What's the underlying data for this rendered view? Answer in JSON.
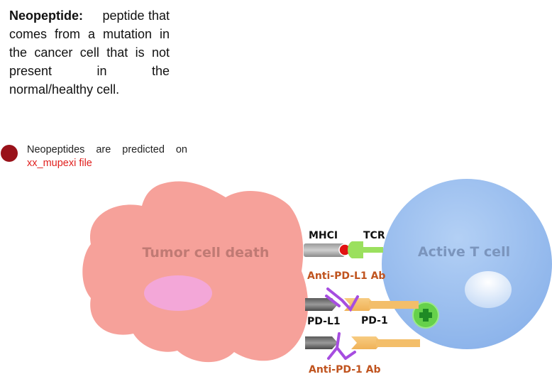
{
  "definition": {
    "term": "Neopeptide:",
    "text": "peptide that comes from a mutation in the cancer cell that is not present in the normal/healthy cell."
  },
  "note": {
    "line1": "Neopeptides are predicted on",
    "line2": "xx_mupexi file"
  },
  "diagram": {
    "tumor_label": "Tumor cell death",
    "tcell_label": "Active T cell",
    "mhci": "MHCI",
    "tcr": "TCR",
    "anti_pdl1": "Anti-PD-L1 Ab",
    "pdl1": "PD-L1",
    "pd1": "PD-1",
    "anti_pd1": "Anti-PD-1 Ab"
  },
  "colors": {
    "tumor": "#f6a19a",
    "tcell": "#9cc0ef",
    "antibody_text": "#c0541f",
    "bullet": "#99121a",
    "link_text": "#e0201e"
  }
}
